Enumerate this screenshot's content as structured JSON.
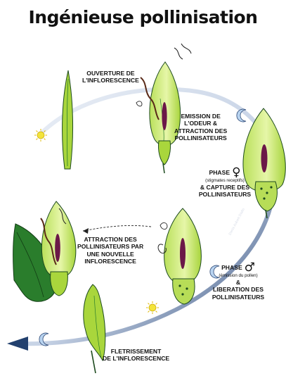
{
  "title": "Ingénieuse pollinisation",
  "labels": {
    "opening": [
      "OUVERTURE DE",
      "L'INFLORESCENCE"
    ],
    "emission": [
      "EMISSION DE",
      "L'ODEUR &",
      "ATTRACTION DES",
      "POLLINISATEURS"
    ],
    "phase_female": {
      "word": "PHASE",
      "symbol": "♀",
      "note": "(stigmates receptifs)",
      "lines": [
        "& CAPTURE DES",
        "POLLINISATEURS"
      ]
    },
    "phase_male": {
      "word": "PHASE",
      "symbol": "♂",
      "note": "(émission du pollen)",
      "lines": [
        "&",
        "LIBERATION DES",
        "POLLINISATEURS"
      ]
    },
    "attraction_new": [
      "ATTRACTION DES",
      "POLLINISATEURS PAR",
      "UNE NOUVELLE",
      "INFLORESCENCE"
    ],
    "wilting": [
      "FLETRISSEMENT",
      "DE L'INFLORESCENCE"
    ]
  },
  "credit": "Denis Aubert Diallo",
  "colors": {
    "leaf_light": "#d6ef8a",
    "leaf_mid": "#a9d63c",
    "leaf_dark": "#2a7d2c",
    "spadix": "#6b1848",
    "cycle_arrow": "#35517f",
    "sun": "#f3e43a",
    "moon": "#b9d4f0"
  }
}
